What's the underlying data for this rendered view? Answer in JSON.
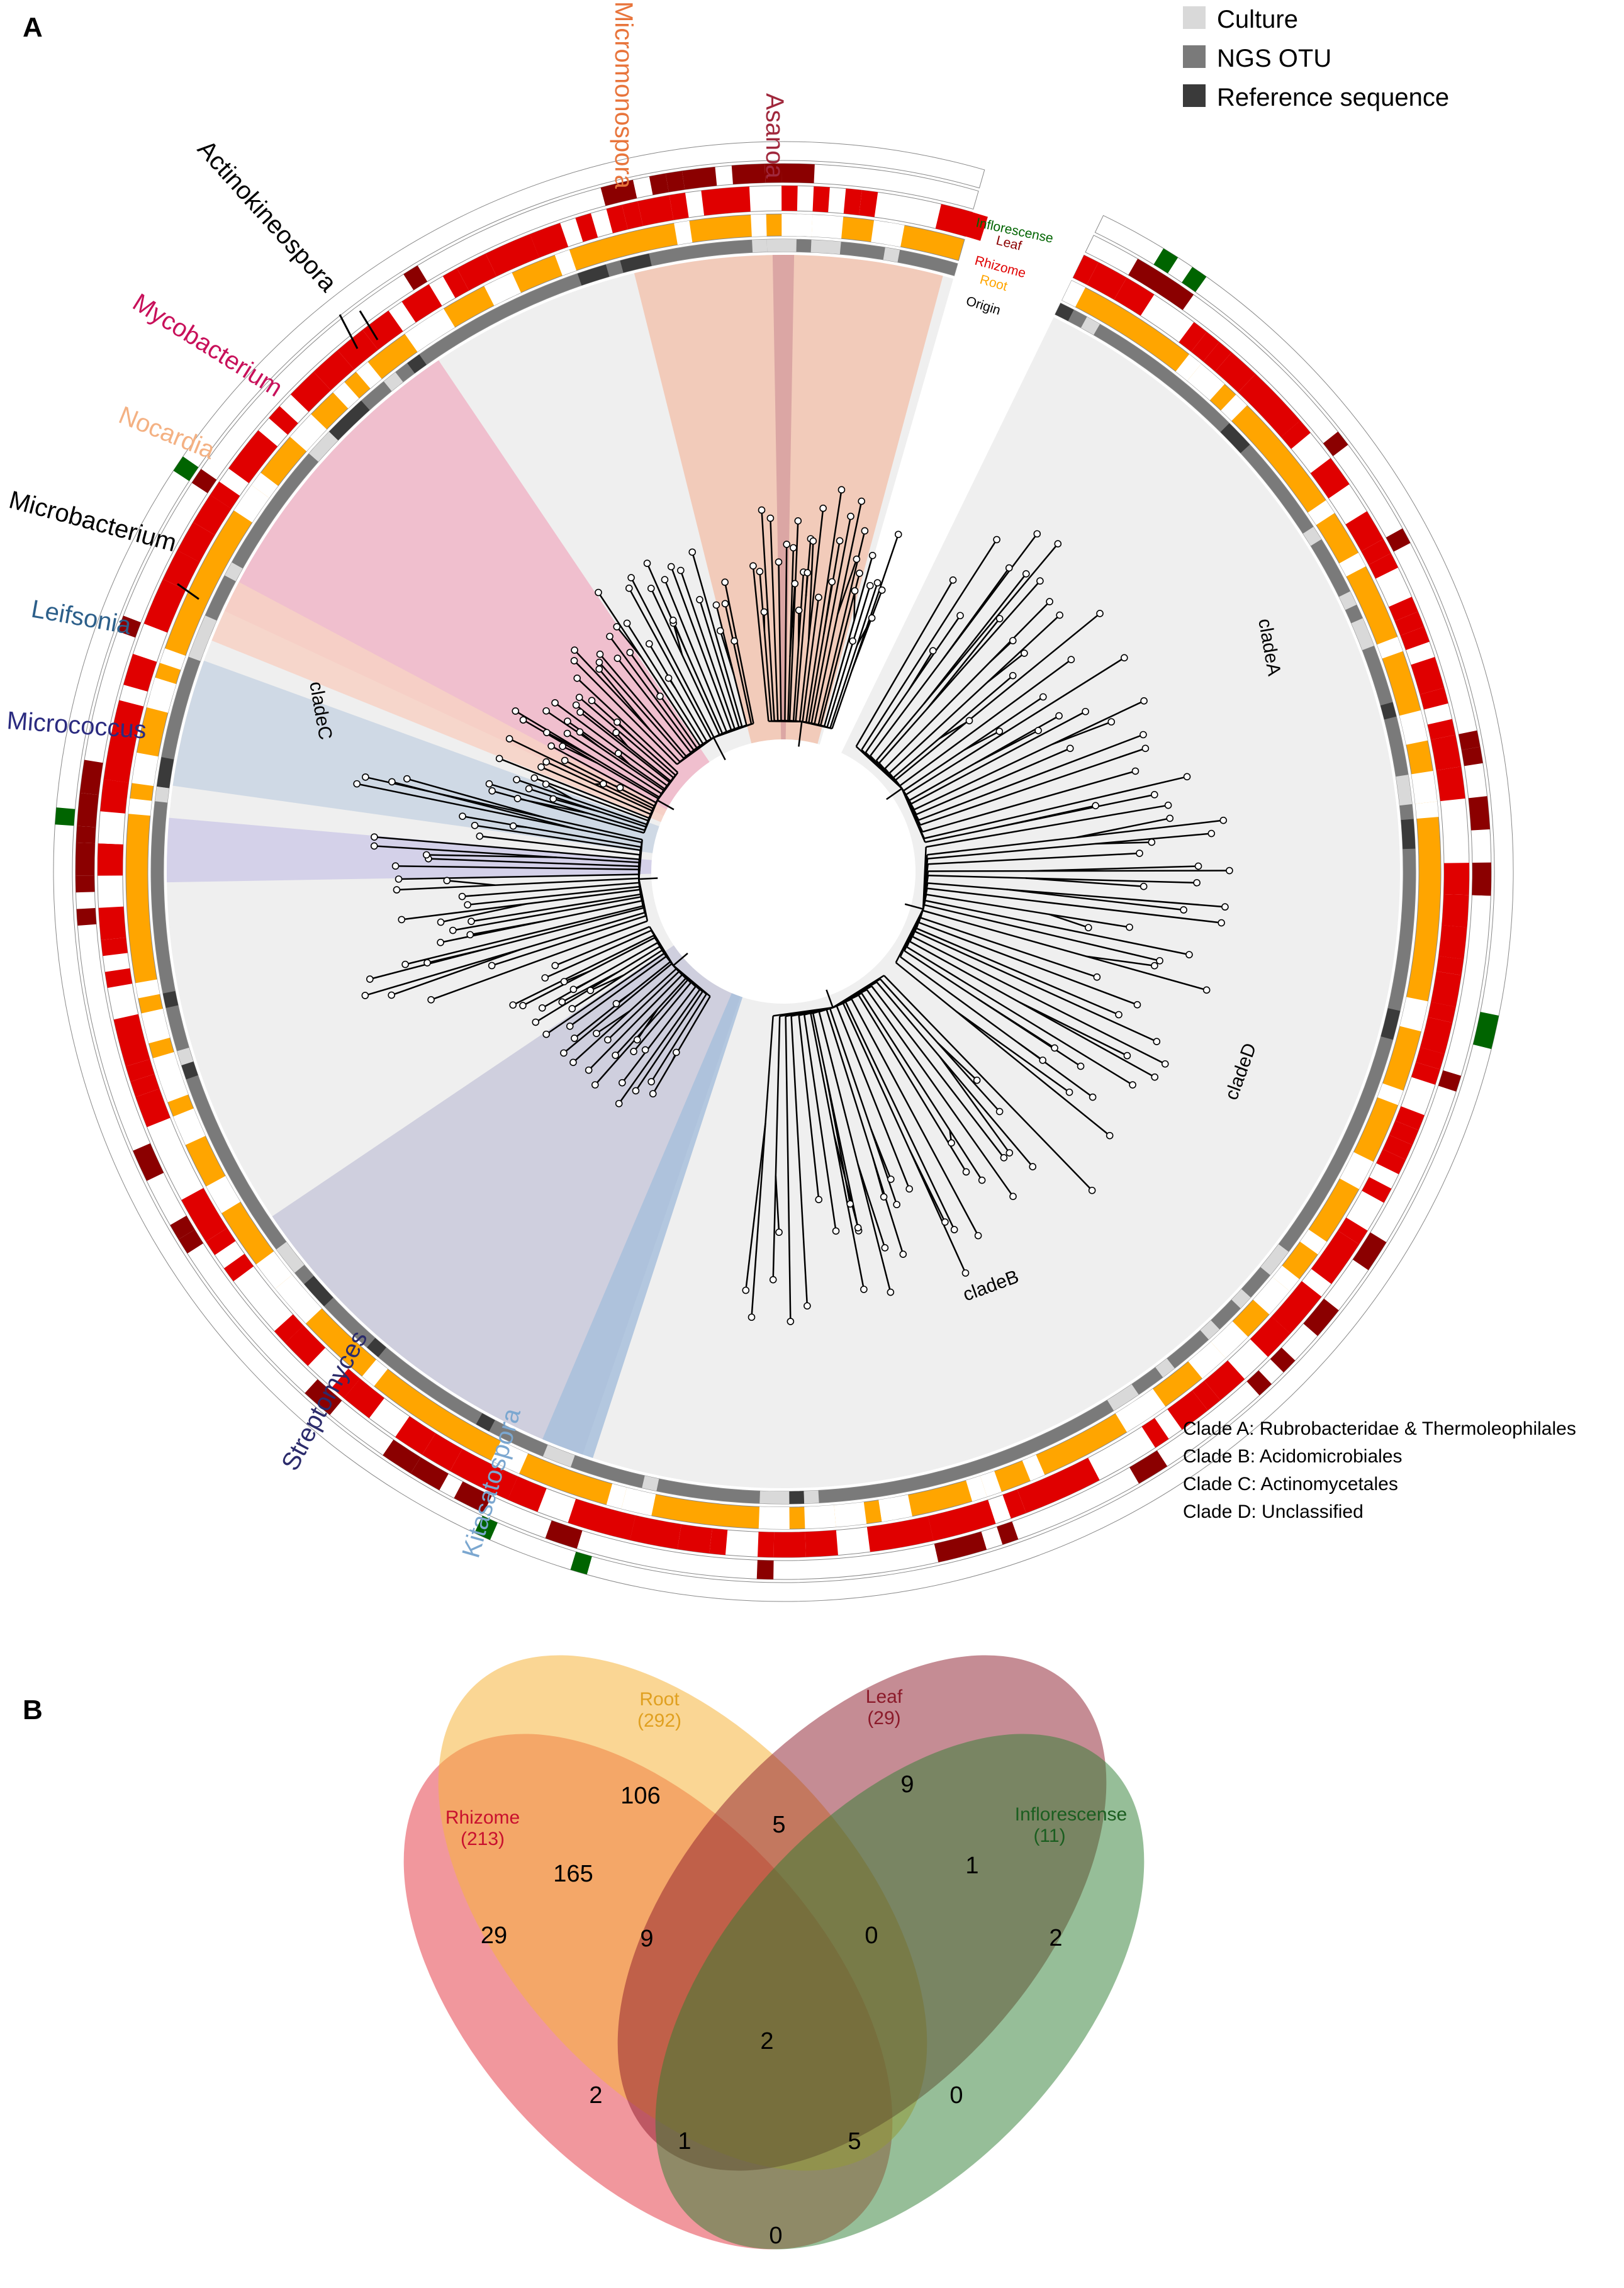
{
  "panel_a": {
    "letter": "A",
    "legend": [
      {
        "label": "Culture",
        "color": "#d9d9d9"
      },
      {
        "label": "NGS OTU",
        "color": "#7a7a7a"
      },
      {
        "label": "Reference sequence",
        "color": "#3a3a3a"
      }
    ],
    "rings": [
      {
        "label": "Inflorescense",
        "color": "#006400"
      },
      {
        "label": "Leaf",
        "color": "#8b0000"
      },
      {
        "label": "Rhizome",
        "color": "#e00000"
      },
      {
        "label": "Root",
        "color": "#ffa500"
      },
      {
        "label": "Origin",
        "color": "#000000"
      }
    ],
    "clades": [
      {
        "label": "cladeA"
      },
      {
        "label": "cladeB"
      },
      {
        "label": "cladeC"
      },
      {
        "label": "cladeD"
      }
    ],
    "clade_key": [
      "Clade A: Rubrobacteridae & Thermoleophilales",
      "Clade B: Acidomicrobiales",
      "Clade C: Actinomycetales",
      "Clade D: Unclassified"
    ],
    "taxa": [
      {
        "name": "Micromonospora",
        "color": "#e8743b"
      },
      {
        "name": "Asanoa",
        "color": "#a0283c"
      },
      {
        "name": "Actinokineospora",
        "color": "#000000"
      },
      {
        "name": "Mycobacterium",
        "color": "#c8105a"
      },
      {
        "name": "Nocardia",
        "color": "#f4b183"
      },
      {
        "name": "Microbacterium",
        "color": "#000000"
      },
      {
        "name": "Leifsonia",
        "color": "#2c5f8a"
      },
      {
        "name": "Micrococcus",
        "color": "#2b2b80"
      },
      {
        "name": "Streptomyces",
        "color": "#2b2b6b"
      },
      {
        "name": "Kitasatospora",
        "color": "#7ba7d0"
      }
    ]
  },
  "panel_b": {
    "letter": "B",
    "sets": [
      {
        "name": "Rhizome",
        "count": "(213)",
        "color": "#e8515c"
      },
      {
        "name": "Root",
        "count": "(292)",
        "color": "#f5b43c"
      },
      {
        "name": "Leaf",
        "count": "(29)",
        "color": "#8b1a2a"
      },
      {
        "name": "Inflorescense",
        "count": "(11)",
        "color": "#2e7d32"
      }
    ],
    "regions": {
      "root_only": "106",
      "leaf_only": "9",
      "rhizome_only": "29",
      "infl_only": "2",
      "rhizome_root": "165",
      "root_leaf": "5",
      "leaf_infl": "1",
      "rhizome_root_leaf": "9",
      "root_leaf_infl": "0",
      "all_four": "2",
      "rhizome_leaf": "2",
      "root_infl": "0",
      "rhizome_leaf_infl": "1",
      "rhizome_root_infl": "5",
      "rhizome_infl": "0"
    }
  }
}
